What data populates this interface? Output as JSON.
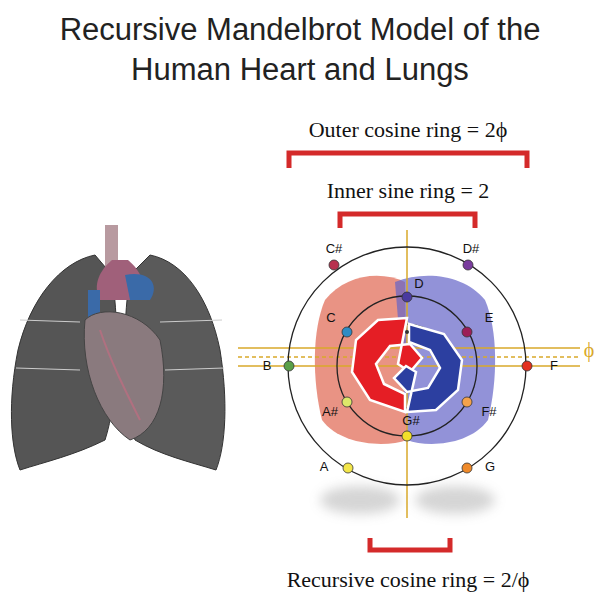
{
  "diagram": {
    "title": "Recursive Mandelbrot Model of the Human Heart and Lungs",
    "labels": [
      "Outer cosine ring = 2ϕ",
      "Inner sine ring = 2",
      "C#",
      "D#",
      "D",
      "C",
      "E",
      "B",
      "F",
      "ϕ",
      "A#",
      "G#",
      "F#",
      "A",
      "G",
      "Recursive cosine ring = 2/ϕ"
    ]
  }
}
